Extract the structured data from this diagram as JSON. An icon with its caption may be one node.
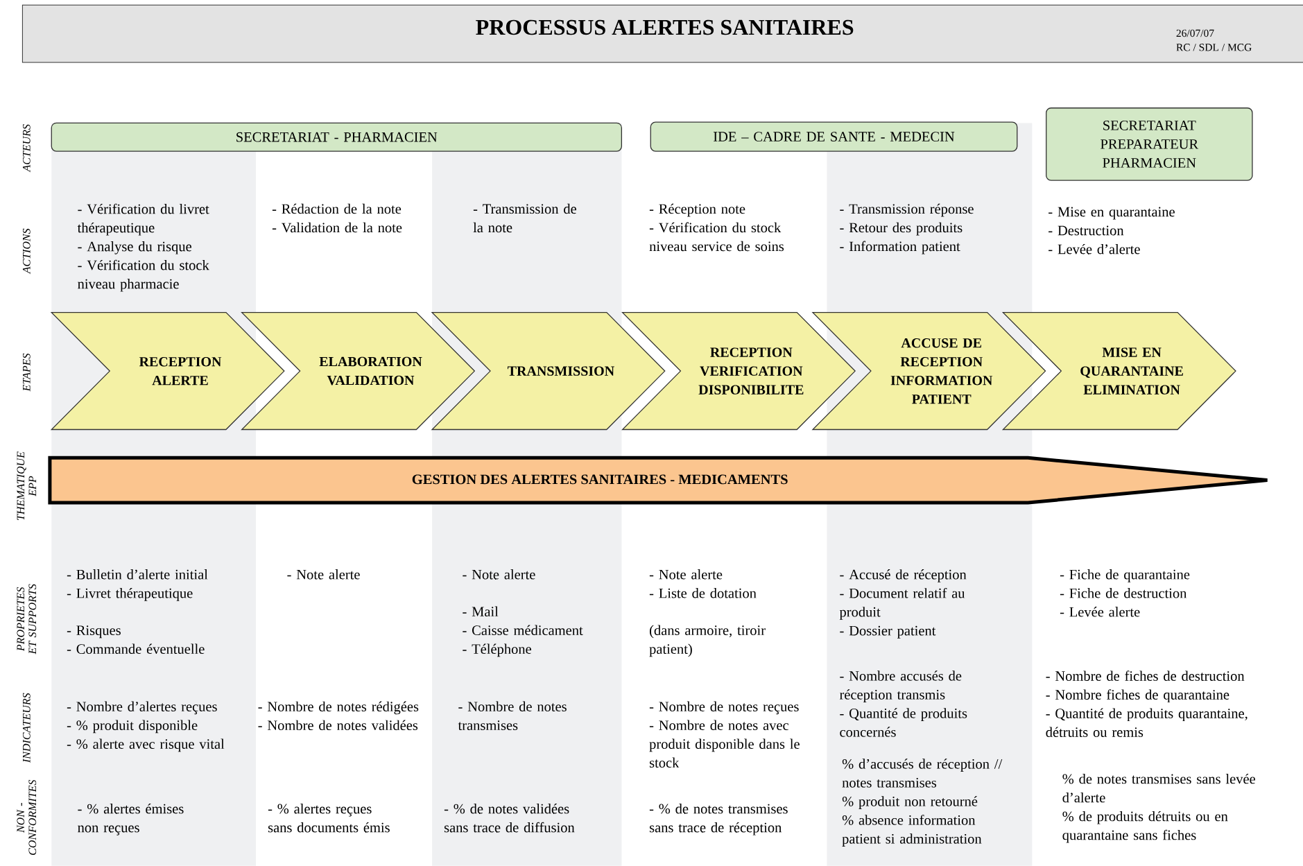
{
  "diagram": {
    "title": "PROCESSUS ALERTES SANITAIRES",
    "nodes": [
      {
        "text": [
          "SECRETARIAT - PHARMACIEN"
        ]
      },
      {
        "text": [
          "IDE – CADRE DE SANTE - MEDECIN"
        ]
      },
      {
        "text": [
          "SECRETARIAT PREPARATEUR PHARMACIEN"
        ]
      },
      {
        "text": [
          "RECEPTION ALERTE"
        ]
      },
      {
        "text": [
          "ELABORATION VALIDATION"
        ]
      },
      {
        "text": [
          "TRANSMISSION"
        ]
      },
      {
        "text": [
          "RECEPTION VERIFICATION DISPONIBILITE"
        ]
      },
      {
        "text": [
          "ACCUSE DE RECEPTION INFORMATION PATIENT"
        ]
      },
      {
        "text": [
          "MISE EN QUARANTAINE ELIMINATION"
        ]
      },
      {
        "text": [
          "GESTION DES ALERTES SANITAIRES - MEDICAMENTS"
        ]
      }
    ],
    "labels": [
      "26/07/07",
      "RC / SDL / MCG",
      "ACTEURS",
      "ACTIONS",
      "- Vérification du livret thérapeutique",
      "- Analyse du risque",
      "- Vérification du stock niveau pharmacie",
      "- Rédaction de la note",
      "- Validation de la note",
      "- Transmission de la note",
      "- Réception note",
      "- Vérification du stock niveau service de soins",
      "- Transmission réponse",
      "- Retour des produits",
      "- Information patient",
      "- Mise en quarantaine",
      "- Destruction",
      "- Levée d’alerte",
      "ETAPES",
      "THEMATIQUE EPP",
      "PROPRIETES ET SUPPORTS",
      "- Bulletin d’alerte initial",
      "- Livret thérapeutique",
      "- Risques",
      "- Commande éventuelle",
      "- Note alerte",
      "- Note alerte",
      "- Mail",
      "- Caisse médicament",
      "- Téléphone",
      "- Note alerte",
      "- Liste de dotation",
      "(dans armoire, tiroir patient)",
      "- Accusé de réception",
      "- Document relatif au produit",
      "- Dossier patient",
      "- Fiche de quarantaine",
      "- Fiche de destruction",
      "- Levée alerte",
      "INDICATEURS",
      "- Nombre d’alertes reçues",
      "- % produit disponible",
      "- % alerte avec risque vital",
      "- Nombre de notes rédigées",
      "- Nombre de notes validées",
      "- Nombre de notes transmises",
      "- Nombre de notes reçues",
      "- Nombre de notes avec produit disponible dans le stock",
      "- Nombre accusés de réception transmis",
      "- Quantité de produits concernés",
      "- Nombre de fiches de destruction",
      "- Nombre fiches de quarantaine",
      "- Quantité de produits quarantaine, détruits ou remis",
      "NON - CONFORMITES",
      "- % alertes émises non reçues",
      "- % alertes reçues sans documents émis",
      "- % de notes validées sans trace de diffusion",
      "- % de notes transmises sans trace de réception",
      "% d’accusés de réception // notes transmises",
      "% produit non retourné",
      "% absence information patient si administration",
      "% de notes transmises sans levée d’alerte",
      "% de produits détruits ou en quarantaine sans fiches"
    ]
  }
}
